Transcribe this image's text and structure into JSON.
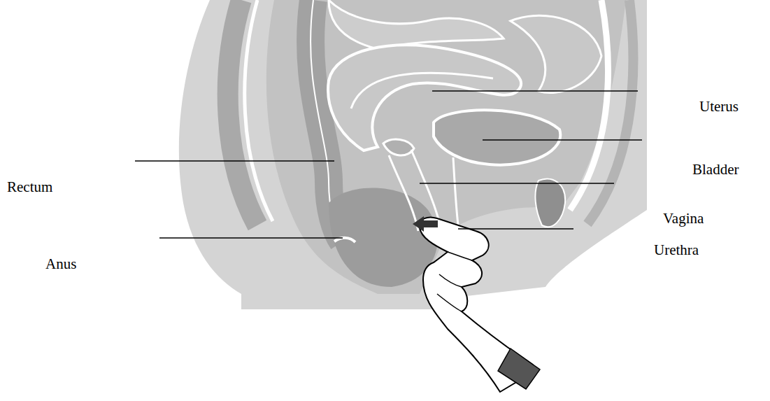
{
  "diagram": {
    "labels": [
      "Uterus",
      "Bladder",
      "Rectum",
      "Vagina",
      "Urethra",
      "Anus"
    ]
  }
}
